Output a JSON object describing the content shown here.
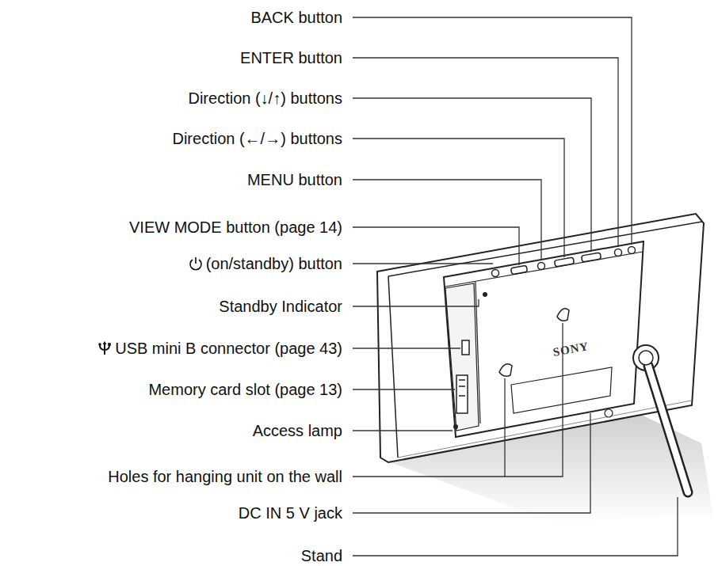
{
  "diagram": {
    "labels": [
      "BACK button",
      "ENTER button",
      "Direction (↓/↑) buttons",
      "Direction (←/→) buttons",
      "MENU button",
      "VIEW MODE button (page 14)",
      "(on/standby) button",
      "Standby Indicator",
      "USB mini B connector (page 43)",
      "Memory card slot (page 13)",
      "Access lamp",
      "Holes for hanging unit on the wall",
      "DC IN 5 V jack",
      "Stand",
      "SONY"
    ]
  }
}
